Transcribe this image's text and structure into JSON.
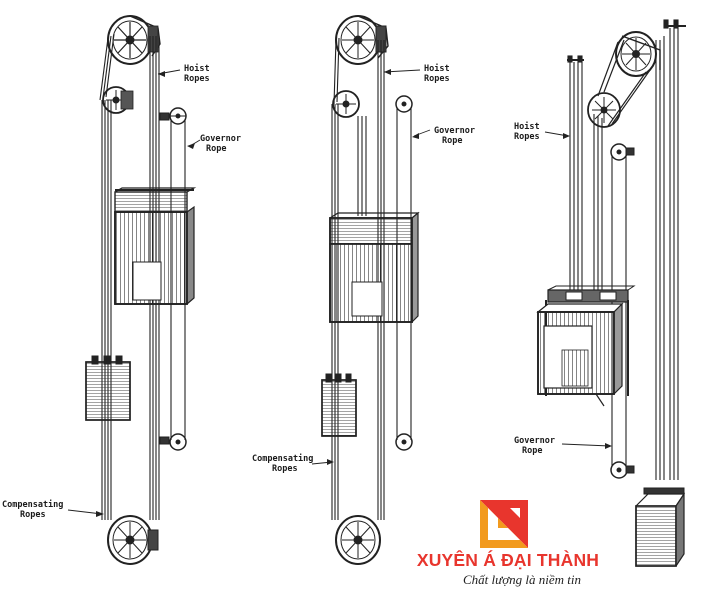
{
  "labels": {
    "hoist_1": [
      "Hoist",
      "Ropes"
    ],
    "governor_1": [
      "Governor",
      "Rope"
    ],
    "compensating_1": [
      "Compensating",
      "Ropes"
    ],
    "hoist_2": [
      "Hoist",
      "Ropes"
    ],
    "governor_2": [
      "Governor",
      "Rope"
    ],
    "compensating_2": [
      "Compensating",
      "Ropes"
    ],
    "hoist_3": [
      "Hoist",
      "Ropes"
    ],
    "governor_3": [
      "Governor",
      "Rope"
    ]
  },
  "brand": {
    "name": "XUYÊN Á ĐẠI THÀNH",
    "tagline": "Chất lượng là niềm tin",
    "colors": {
      "red": "#e8352d",
      "orange": "#f29a1e",
      "ink": "#1f1f1f"
    }
  }
}
